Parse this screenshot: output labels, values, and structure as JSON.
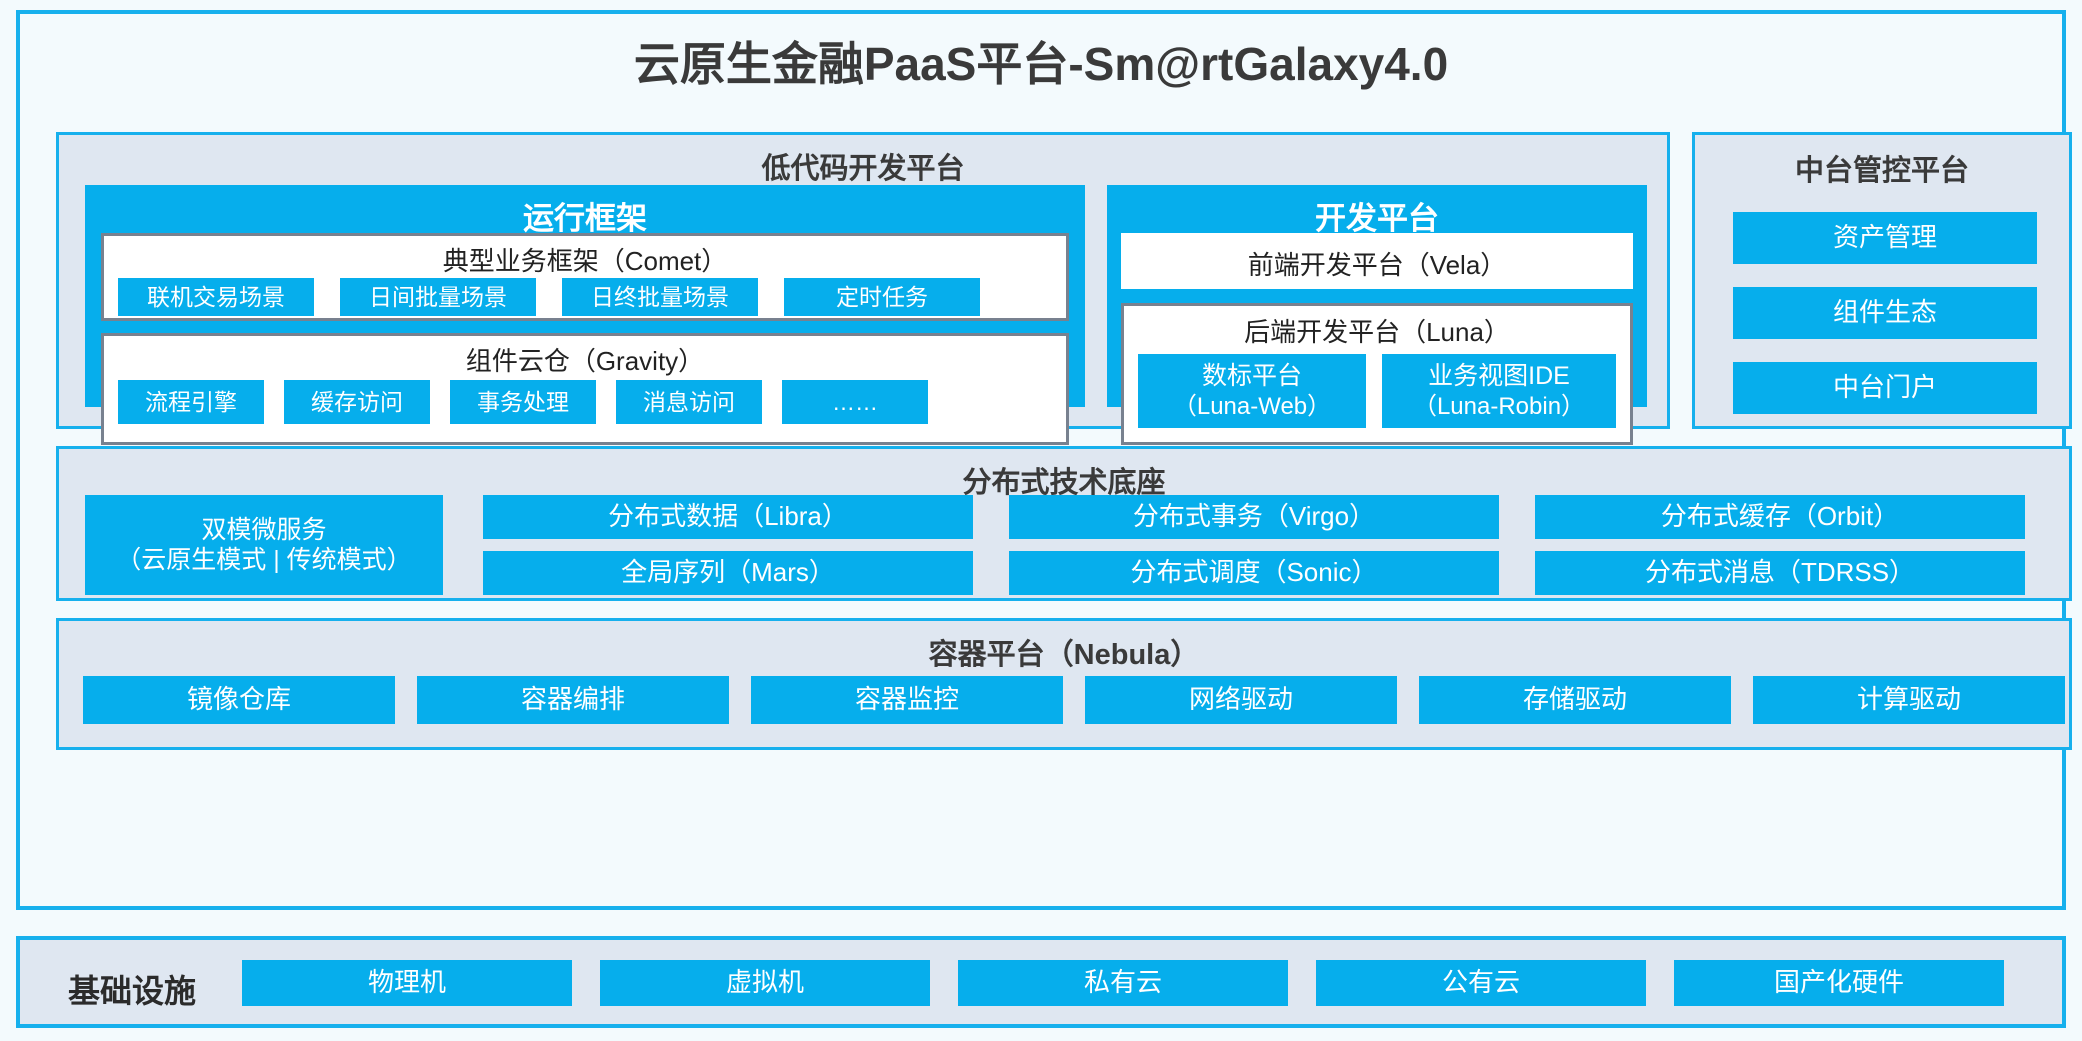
{
  "title": "云原生金融PaaS平台-Sm@rtGalaxy4.0",
  "colors": {
    "accent_blue": "#06aeec",
    "border_blue": "#16b0ed",
    "panel_bg": "#dfe7f1",
    "page_bg": "#f3fafd",
    "card_border_gray": "#78818f",
    "text_dark": "#3a3a3a"
  },
  "lowcode": {
    "title": "低代码开发平台",
    "runtime": {
      "title": "运行框架",
      "comet": {
        "title": "典型业务框架（Comet）",
        "items": [
          "联机交易场景",
          "日间批量场景",
          "日终批量场景",
          "定时任务"
        ]
      },
      "gravity": {
        "title": "组件云仓（Gravity）",
        "items": [
          "流程引擎",
          "缓存访问",
          "事务处理",
          "消息访问",
          "……"
        ]
      }
    },
    "devplatform": {
      "title": "开发平台",
      "frontend": "前端开发平台（Vela）",
      "backend": {
        "title": "后端开发平台（Luna）",
        "items": [
          {
            "name": "数标平台",
            "code": "（Luna-Web）"
          },
          {
            "name": "业务视图IDE",
            "code": "（Luna-Robin）"
          }
        ]
      }
    }
  },
  "midend": {
    "title": "中台管控平台",
    "items": [
      "资产管理",
      "组件生态",
      "中台门户"
    ]
  },
  "distributed": {
    "title": "分布式技术底座",
    "dualmode": {
      "name": "双模微服务",
      "modes": "（云原生模式 | 传统模式）"
    },
    "items": [
      "分布式数据（Libra）",
      "全局序列（Mars）",
      "分布式事务（Virgo）",
      "分布式调度（Sonic）",
      "分布式缓存（Orbit）",
      "分布式消息（TDRSS）"
    ]
  },
  "container": {
    "title": "容器平台（Nebula）",
    "items": [
      "镜像仓库",
      "容器编排",
      "容器监控",
      "网络驱动",
      "存储驱动",
      "计算驱动"
    ]
  },
  "infrastructure": {
    "label": "基础设施",
    "items": [
      "物理机",
      "虚拟机",
      "私有云",
      "公有云",
      "国产化硬件"
    ]
  }
}
